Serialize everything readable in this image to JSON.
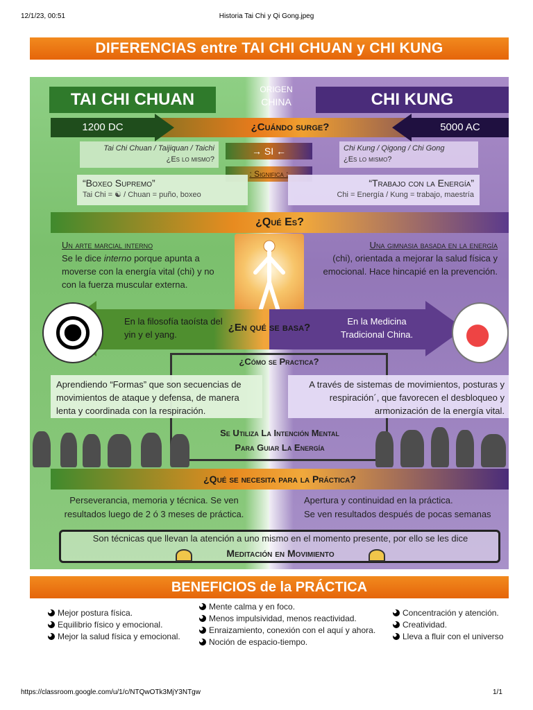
{
  "browser_header": {
    "datetime": "12/1/23, 00:51",
    "title": "Historia Tai Chi y Qi Gong.jpeg"
  },
  "banner": "DIFERENCIAS entre TAI CHI CHUAN y CHI KUNG",
  "left_title": "TAI CHI CHUAN",
  "right_title": "CHI KUNG",
  "origen": {
    "label": "ORIGEN",
    "value": "CHINA"
  },
  "when": {
    "left_date": "1200 DC",
    "question": "¿Cuándo surge?",
    "right_date": "5000 AC"
  },
  "names": {
    "left_line1": "Tai Chi Chuan / Taijiquan / Taichi",
    "left_line2": "¿Es lo mismo?",
    "right_line1": "Chi Kung / Qigong / Chi Gong",
    "right_line2": "¿Es lo mismo?",
    "center": "→ SI ←"
  },
  "significa": ": Significa :",
  "meaning": {
    "left_q": "“Boxeo Supremo”",
    "left_s": "Tai Chi = ☯ / Chuan = puño, boxeo",
    "right_q": "“Trabajo con la Energía”",
    "right_s": "Chi = Energía / Kung = trabajo, maestría"
  },
  "que_es": "¿Qué Es?",
  "definition": {
    "left_head": "Un arte marcial interno",
    "left_text_pre": "Se le dice ",
    "left_text_em": "interno",
    "left_text_post": " porque apunta a moverse con la energía vital (chi) y no con la fuerza muscular externa.",
    "right_head": "Una gimnasia basada en la energía",
    "right_text": "(chi), orientada a mejorar la salud física y emocional. Hace hincapié en la prevención."
  },
  "basa": {
    "left": "En la filosofía taoísta del yin y el yang.",
    "question": "¿En qué se basa?",
    "right": "En la Medicina Tradicional China."
  },
  "como": {
    "question": "¿Cómo se Practica?",
    "left": "Aprendiendo “Formas” que son secuencias de movimientos de ataque y defensa, de manera lenta y coordinada con la respiración.",
    "right": "A través de sistemas de movimientos, posturas y respiración´, que favorecen el desbloqueo y armonización de la energía vital.",
    "intention_line1": "Se Utiliza La Intención Mental",
    "intention_line2": "Para Guiar La Energía"
  },
  "necesita": {
    "question": "¿Qué se necesita para la Práctica?",
    "left": "Perseverancia, memoria y técnica. Se ven resultados luego de 2 ó 3 meses de práctica.",
    "right_line1": "Apertura y continuidad en la práctica.",
    "right_line2": "Se ven resultados después de pocas semanas"
  },
  "meditation": {
    "line1": "Son técnicas que llevan la atención a uno mismo en el momento presente, por ello se les dice",
    "line2": "Meditación en Movimiento"
  },
  "benefits_title": "BENEFICIOS de la PRÁCTICA",
  "benefits": {
    "col1": [
      "Mejor postura física.",
      "Equilibrio físico y emocional.",
      "Mejor la salud física y emocional."
    ],
    "col2": [
      "Mente calma y en foco.",
      "Menos impulsividad, menos reactividad.",
      "Enraizamiento, conexión con el aquí y ahora.",
      "Noción de espacio-tiempo."
    ],
    "col3": [
      "Concentración y atención.",
      "Creatividad.",
      "Lleva a fluir con el universo"
    ]
  },
  "footer": {
    "url": "https://classroom.google.com/u/1/c/NTQwOTk3MjY3NTgw",
    "page": "1/1"
  }
}
